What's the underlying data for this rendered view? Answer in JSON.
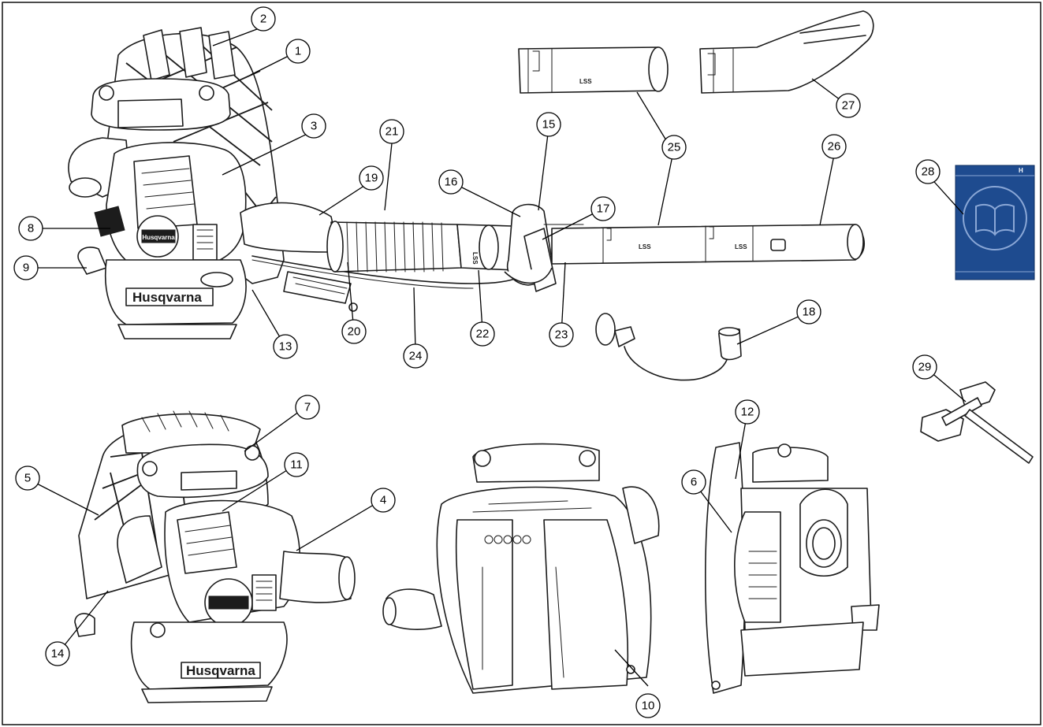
{
  "figure": {
    "brand_rear_unit": "Husqvarna",
    "brand_front_unit": "Husqvarna",
    "engine_badge": "Husqvarna",
    "tube_marking_1": "LSS",
    "tube_marking_2": "LSS",
    "tube_marking_3": "LSS",
    "tube_marking_4": "LSS",
    "manual_brand_mark": "H",
    "callouts": [
      "1",
      "2",
      "3",
      "4",
      "5",
      "6",
      "7",
      "8",
      "9",
      "10",
      "11",
      "12",
      "13",
      "14",
      "15",
      "16",
      "17",
      "18",
      "19",
      "20",
      "21",
      "22",
      "23",
      "24",
      "25",
      "26",
      "27",
      "28",
      "29"
    ]
  },
  "colors": {
    "manual_cover": "#1e4b8f",
    "line_art": "#1a1a1a",
    "background": "#ffffff"
  }
}
